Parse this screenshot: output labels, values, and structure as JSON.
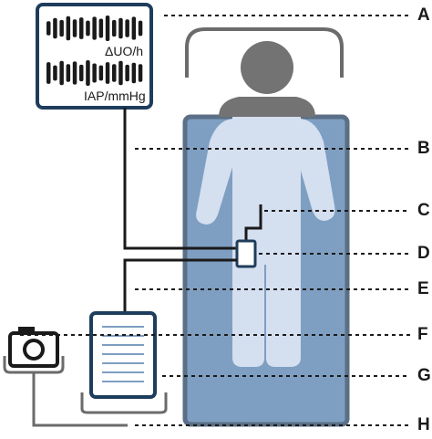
{
  "monitor": {
    "uo_label": "ΔUO/h",
    "iap_label": "IAP/mmHg",
    "uo_bar_levels": [
      0.55,
      0.8,
      0.65,
      0.95,
      0.7,
      0.85,
      0.6,
      0.9,
      0.75,
      1.0,
      0.65,
      0.8,
      0.7,
      0.9,
      0.6
    ],
    "iap_bar_levels": [
      0.85,
      0.6,
      0.95,
      0.7,
      0.9,
      0.65,
      1.0,
      0.75,
      0.6,
      0.85,
      0.7,
      0.95,
      0.65,
      0.8,
      0.7
    ]
  },
  "labels": [
    "A",
    "B",
    "C",
    "D",
    "E",
    "F",
    "G",
    "H"
  ],
  "colors": {
    "frame": "#1e3d5c",
    "tub": "#7e9fc2",
    "body": "#d4dff0",
    "head": "#737373",
    "line": "#1a1a1a"
  }
}
